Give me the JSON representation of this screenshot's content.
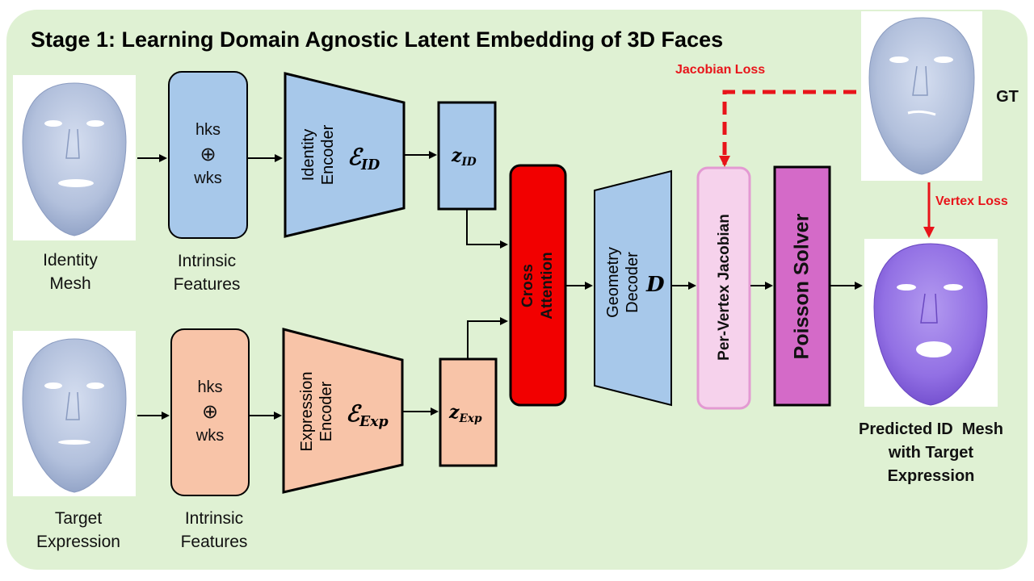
{
  "title": "Stage 1: Learning Domain Agnostic Latent Embedding of 3D Faces",
  "inputs": {
    "identity_mesh_label": [
      "Identity",
      "Mesh"
    ],
    "target_expression_label": [
      "Target",
      "Expression"
    ]
  },
  "features": {
    "top": {
      "line1": "hks",
      "op": "⊕",
      "line2": "wks",
      "caption": [
        "Intrinsic",
        "Features"
      ]
    },
    "bottom": {
      "line1": "hks",
      "op": "⊕",
      "line2": "wks",
      "caption": [
        "Intrinsic",
        "Features"
      ]
    }
  },
  "encoders": {
    "identity": {
      "label": [
        "Identity",
        "Encoder"
      ],
      "symbol": "ℰ",
      "sub": "ID"
    },
    "expression": {
      "label": [
        "Expression",
        "Encoder"
      ],
      "symbol": "ℰ",
      "sub": "Exp"
    }
  },
  "latents": {
    "id": {
      "symbol": "z",
      "sub": "ID"
    },
    "exp": {
      "symbol": "z",
      "sub": "Exp"
    }
  },
  "cross_attention": [
    "Cross",
    "Attention"
  ],
  "decoder": {
    "label": [
      "Geometry",
      "Decoder"
    ],
    "symbol": "D"
  },
  "jacobian": "Per-Vertex Jacobian",
  "poisson": "Poisson Solver",
  "gt_label": "GT",
  "losses": {
    "jacobian": "Jacobian Loss",
    "vertex": "Vertex Loss"
  },
  "output_label": [
    "Predicted ID  Mesh",
    "with Target",
    "Expression"
  ],
  "colors": {
    "background": "#dff1d3",
    "blue_box": "#a7c8ea",
    "orange_box": "#f8c4a8",
    "cross_attention": "#f20000",
    "jacobian_fill": "#f6d2ec",
    "jacobian_border": "#e39ad2",
    "poisson_fill": "#d46ac8",
    "loss_red": "#e8141a",
    "face_gray": "#b9c6e0",
    "face_purple": "#9a76e6"
  }
}
